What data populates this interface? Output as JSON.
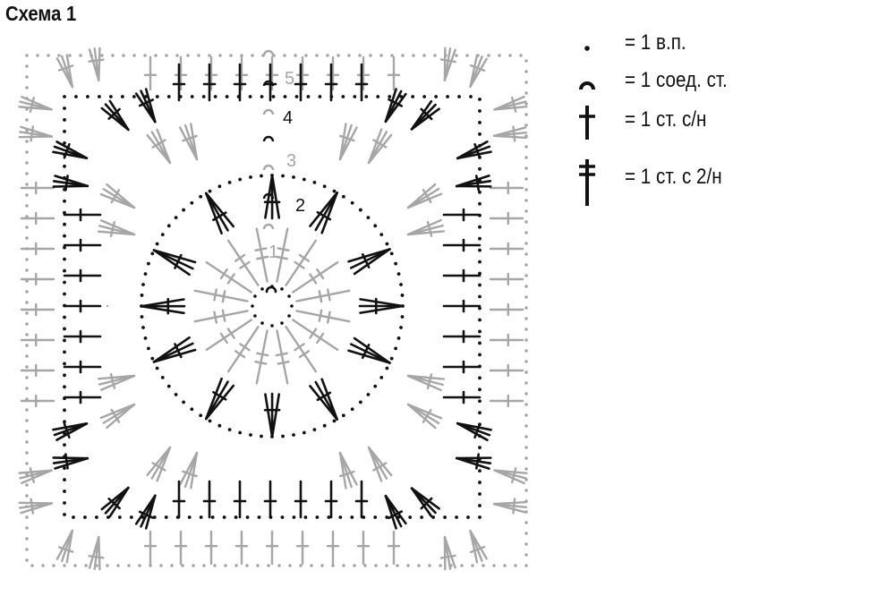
{
  "title": "Схема 1",
  "round_numbers": [
    "1",
    "2",
    "3",
    "4",
    "5"
  ],
  "colors": {
    "dark": "#111111",
    "grey": "#a6a6a6",
    "background": "#ffffff"
  },
  "legend": [
    {
      "symbol": "chain-dot-icon",
      "text": "= 1 в.п."
    },
    {
      "symbol": "slip-stitch-arc-icon",
      "text": "= 1 соед. ст."
    },
    {
      "symbol": "single-crochet-cross-icon",
      "text": "= 1 ст. с/н"
    },
    {
      "symbol": "double-crochet-cross-icon",
      "text": "= 1 ст. с 2/н"
    }
  ]
}
